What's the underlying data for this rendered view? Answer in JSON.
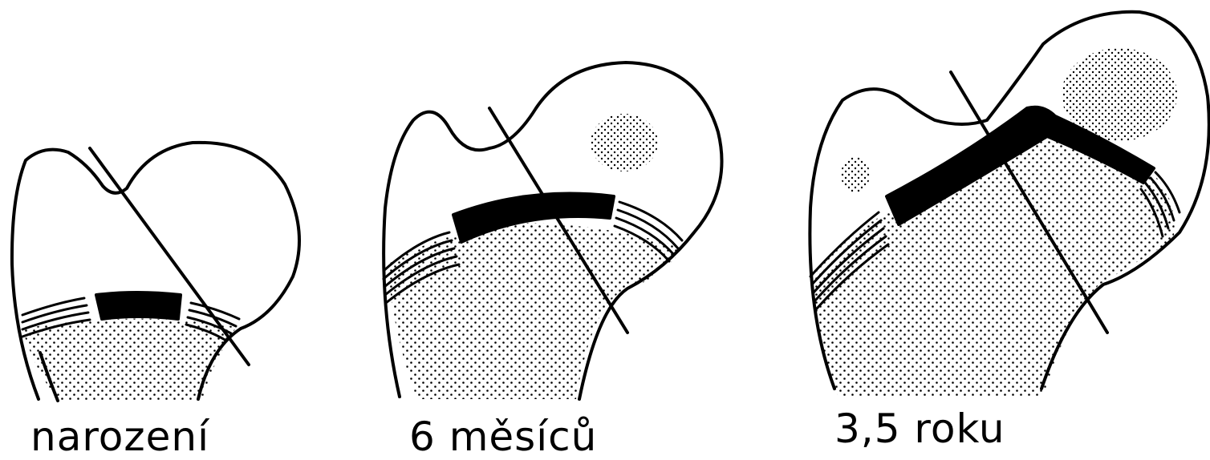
{
  "stages": [
    {
      "label": "narození"
    },
    {
      "label": "6 měsíců"
    },
    {
      "label": "3,5 roku"
    }
  ]
}
